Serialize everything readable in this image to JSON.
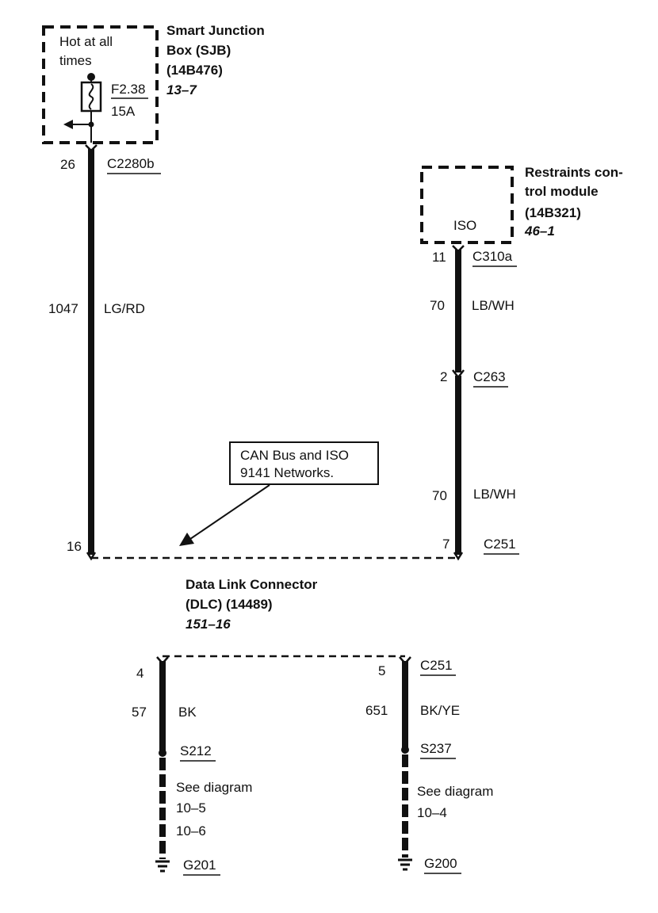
{
  "sjb": {
    "name_line1": "Smart Junction",
    "name_line2": "Box (SJB)",
    "part": "(14B476)",
    "ref": "13–7",
    "hot_line1": "Hot at all",
    "hot_line2": "times",
    "fuse": "F2.38",
    "fuse_rating": "15A"
  },
  "left_wire": {
    "pin_top": "26",
    "connector": "C2280b",
    "circuit": "1047",
    "color": "LG/RD",
    "pin_bottom": "16"
  },
  "rcm": {
    "name_line1": "Restraints con-",
    "name_line2": "trol module",
    "part": "(14B321)",
    "ref": "46–1",
    "iso": "ISO"
  },
  "right_wire": {
    "pin1": "11",
    "connector1": "C310a",
    "circuit1": "70",
    "color1": "LB/WH",
    "pin2": "2",
    "connector2": "C263",
    "circuit2": "70",
    "color2": "LB/WH",
    "pin3": "7",
    "connector3": "C251"
  },
  "callout": {
    "line1": "CAN Bus and ISO",
    "line2": "9141 Networks."
  },
  "dlc": {
    "name_line1": "Data Link Connector",
    "name_line2": "(DLC) (14489)",
    "ref": "151–16"
  },
  "ground_left": {
    "pin": "4",
    "circuit": "57",
    "color": "BK",
    "splice": "S212",
    "see_line1": "See diagram",
    "see_line2": "10–5",
    "see_line3": "10–6",
    "ground": "G201"
  },
  "ground_right": {
    "pin": "5",
    "connector": "C251",
    "circuit": "651",
    "color": "BK/YE",
    "splice": "S237",
    "see_line1": "See diagram",
    "see_line2": "10–4",
    "ground": "G200"
  },
  "colors": {
    "ink": "#111111",
    "background": "#ffffff"
  }
}
